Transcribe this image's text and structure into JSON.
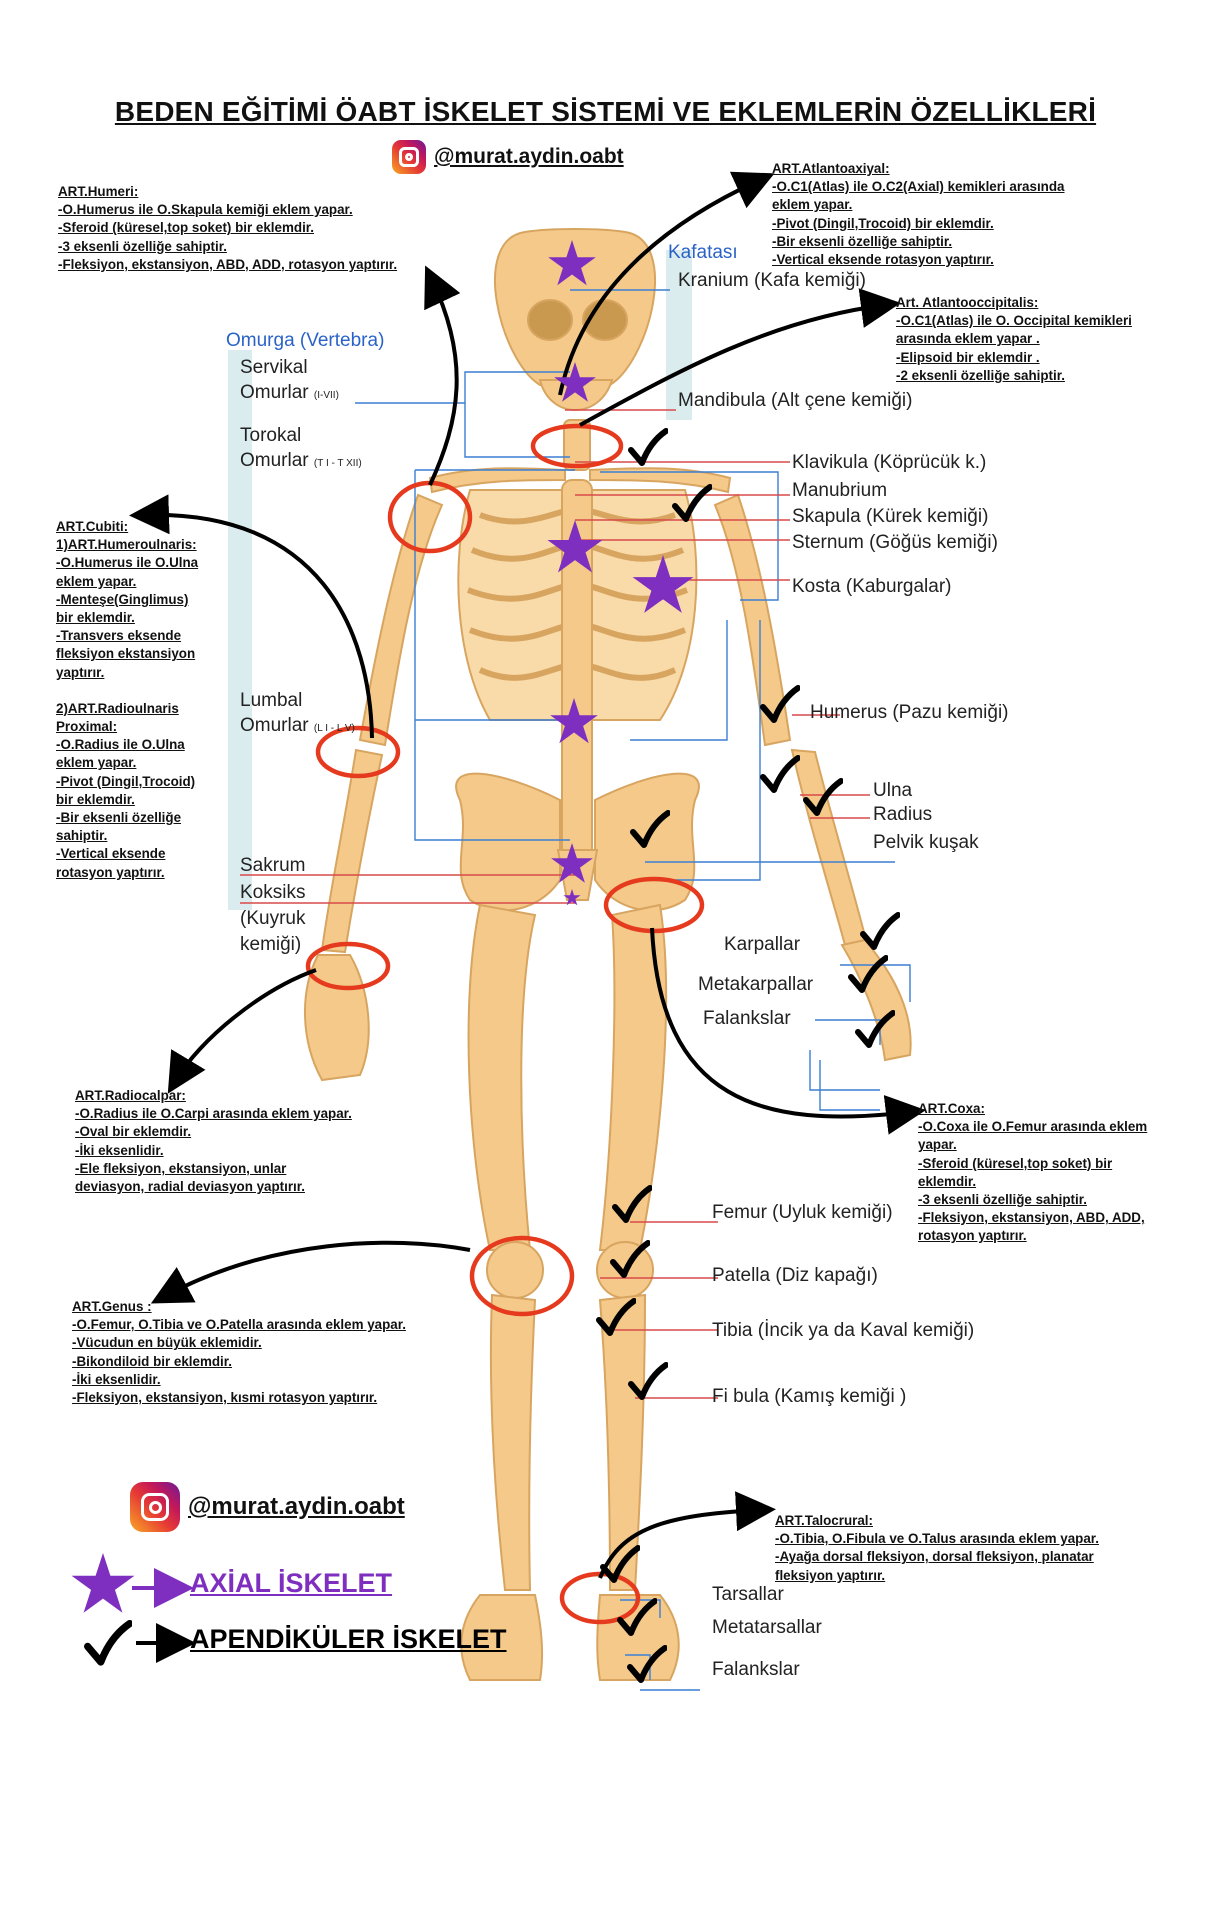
{
  "title": "BEDEN EĞİTİMİ ÖABT İSKELET SİSTEMİ VE EKLEMLERİN ÖZELLİKLERİ",
  "handle": "@murat.aydin.oabt",
  "colors": {
    "accent_purple": "#7e2fbf",
    "joint_red": "#e53a1e",
    "bone": "#f4c98a",
    "label_line_blue": "#3b7fd4",
    "label_line_red": "#d94a4a"
  },
  "notes": {
    "humeri": [
      "ART.Humeri:",
      "-O.Humerus ile O.Skapula kemiği eklem yapar.",
      "-Sferoid (küresel,top soket) bir eklemdir.",
      "-3 eksenli özelliğe sahiptir.",
      "-Fleksiyon, ekstansiyon, ABD, ADD, rotasyon yaptırır."
    ],
    "atlantoaxiyal": [
      "ART.Atlantoaxiyal:",
      "-O.C1(Atlas) ile O.C2(Axial) kemikleri arasında",
      "eklem yapar.",
      "-Pivot (Dingil,Trocoid) bir  eklemdir.",
      "-Bir eksenli özelliğe sahiptir.",
      "-Vertical eksende rotasyon yaptırır."
    ],
    "atlantooccipitalis": [
      "Art. Atlantooccipitalis:",
      "-O.C1(Atlas) ile O. Occipital kemikleri",
      "arasında eklem yapar .",
      "-Elipsoid bir eklemdir .",
      "-2 eksenli özelliğe sahiptir."
    ],
    "cubiti": [
      "ART.Cubiti:",
      "1)ART.Humeroulnaris:",
      "-O.Humerus ile O.Ulna",
      "eklem yapar.",
      "-Menteşe(Ginglimus)",
      "bir eklemdir.",
      "-Transvers eksende",
      "fleksiyon ekstansiyon",
      "yaptırır.",
      "",
      "2)ART.Radioulnaris",
      "Proximal:",
      "-O.Radius ile O.Ulna",
      "eklem yapar.",
      "-Pivot (Dingil,Trocoid)",
      "bir  eklemdir.",
      "-Bir eksenli özelliğe",
      "sahiptir.",
      "-Vertical eksende",
      "rotasyon yaptırır."
    ],
    "radiocalpar": [
      "ART.Radiocalpar:",
      "-O.Radius ile O.Carpi arasında eklem yapar.",
      "-Oval bir eklemdir.",
      "-İki eksenlidir.",
      "-Ele fleksiyon, ekstansiyon, unlar",
      "deviasyon, radial deviasyon yaptırır."
    ],
    "coxa": [
      "ART.Coxa:",
      "-O.Coxa ile O.Femur arasında eklem",
      "yapar.",
      "-Sferoid (küresel,top soket) bir",
      "eklemdir.",
      "-3 eksenli özelliğe sahiptir.",
      "-Fleksiyon, ekstansiyon, ABD, ADD,",
      "rotasyon yaptırır."
    ],
    "genus": [
      "ART.Genus :",
      "-O.Femur, O.Tibia ve O.Patella arasında eklem yapar.",
      "-Vücudun en büyük eklemidir.",
      "-Bikondiloid bir eklemdir.",
      "-İki eksenlidir.",
      "-Fleksiyon, ekstansiyon, kısmi rotasyon yaptırır."
    ],
    "talocrural": [
      "ART.Talocrural:",
      "-O.Tibia, O.Fibula ve O.Talus arasında eklem yapar.",
      "-Ayağa dorsal fleksiyon, dorsal fleksiyon, planatar",
      "fleksiyon yaptırır."
    ]
  },
  "labels": {
    "omurga": "Omurga (Vertebra)",
    "servikal1": "Servikal",
    "servikal2": "Omurlar",
    "servikal_range": "(I-VII)",
    "torokal1": "Torokal",
    "torokal2": "Omurlar",
    "torokal_range": "(T I - T XII)",
    "lumbal1": "Lumbal",
    "lumbal2": "Omurlar",
    "lumbal_range": "(L I - L V)",
    "sakrum": "Sakrum",
    "koksiks": "Koksiks",
    "kuyruk1": "(Kuyruk",
    "kuyruk2": "kemiği)",
    "kafatasi": "Kafatası",
    "kranium": "Kranium (Kafa kemiği)",
    "mandibula": "Mandibula (Alt çene kemiği)",
    "klavikula": "Klavikula (Köprücük k.)",
    "manubrium": "Manubrium",
    "skapula": "Skapula (Kürek kemiği)",
    "sternum": "Sternum (Göğüs kemiği)",
    "kosta": "Kosta (Kaburgalar)",
    "humerus": "Humerus (Pazu kemiği)",
    "ulna": "Ulna",
    "radius": "Radius",
    "pelvik": "Pelvik kuşak",
    "karpallar": "Karpallar",
    "metakarpallar": "Metakarpallar",
    "falankslar_el": "Falankslar",
    "femur": "Femur (Uyluk kemiği)",
    "patella": "Patella (Diz kapağı)",
    "tibia": "Tibia (İncik ya da Kaval kemiği)",
    "fibula": "Fi bula (Kamış kemiği )",
    "tarsallar": "Tarsallar",
    "metatarsallar": "Metatarsallar",
    "falankslar_ayak": "Falankslar"
  },
  "legend": {
    "axial": "AXİAL İSKELET",
    "apendikuler": "APENDİKÜLER İSKELET"
  }
}
